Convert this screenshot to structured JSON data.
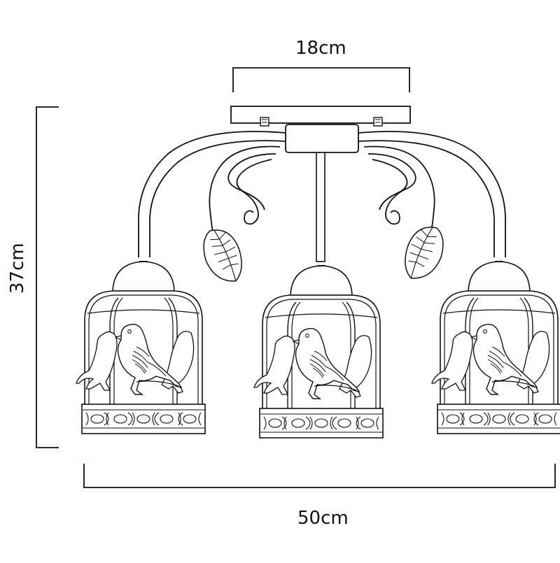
{
  "diagram": {
    "dimensions": {
      "canopy_width": "18cm",
      "total_height": "37cm",
      "total_width": "50cm"
    },
    "colors": {
      "line": "#111111",
      "background": "#ffffff"
    },
    "shades": [
      "left-shade",
      "center-shade",
      "right-shade"
    ]
  }
}
